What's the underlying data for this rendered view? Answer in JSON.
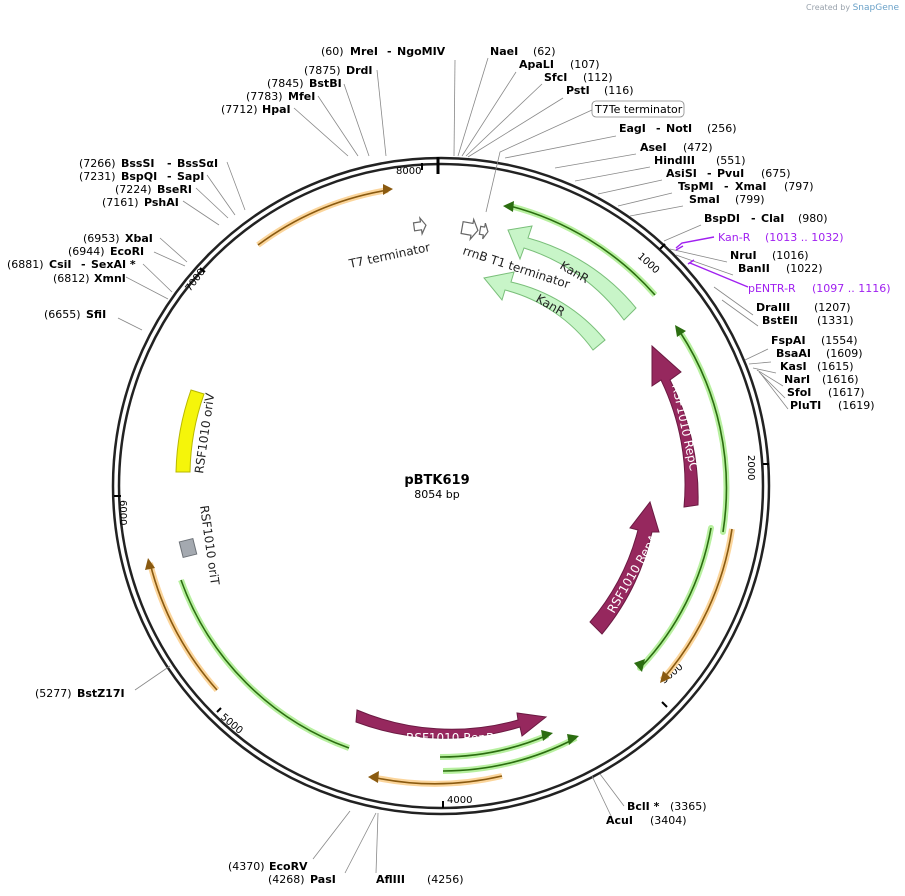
{
  "credit": {
    "prefix": "Created by",
    "brand": "SnapGene"
  },
  "plasmid": {
    "name": "pBTK619",
    "size": "8054 bp"
  },
  "ticks": [
    "1000",
    "2000",
    "3000",
    "4000",
    "5000",
    "6000",
    "7000",
    "8000"
  ],
  "sites": [
    {
      "pos": "(60)",
      "name": "MreI",
      "name2": "NgoMIV"
    },
    {
      "pos": "(62)",
      "name": "NaeI"
    },
    {
      "pos": "(107)",
      "name": "ApaLI"
    },
    {
      "pos": "(112)",
      "name": "SfcI"
    },
    {
      "pos": "(116)",
      "name": "PstI"
    },
    {
      "pos": "(256)",
      "name": "EagI",
      "name2": "NotI"
    },
    {
      "pos": "(472)",
      "name": "AseI"
    },
    {
      "pos": "(551)",
      "name": "HindIII"
    },
    {
      "pos": "(675)",
      "name": "AsiSI",
      "name2": "PvuI"
    },
    {
      "pos": "(797)",
      "name": "TspMI",
      "name2": "XmaI"
    },
    {
      "pos": "(799)",
      "name": "SmaI"
    },
    {
      "pos": "(980)",
      "name": "BspDI",
      "name2": "ClaI"
    },
    {
      "pos": "(1016)",
      "name": "NruI"
    },
    {
      "pos": "(1022)",
      "name": "BanII"
    },
    {
      "pos": "(1207)",
      "name": "DraIII"
    },
    {
      "pos": "(1331)",
      "name": "BstEII"
    },
    {
      "pos": "(1554)",
      "name": "FspAI"
    },
    {
      "pos": "(1609)",
      "name": "BsaAI"
    },
    {
      "pos": "(1615)",
      "name": "KasI"
    },
    {
      "pos": "(1616)",
      "name": "NarI"
    },
    {
      "pos": "(1617)",
      "name": "SfoI"
    },
    {
      "pos": "(1619)",
      "name": "PluTI"
    },
    {
      "pos": "(3365)",
      "name": "BclI *"
    },
    {
      "pos": "(3404)",
      "name": "AcuI"
    },
    {
      "pos": "(4256)",
      "name": "AflIII"
    },
    {
      "pos": "(4268)",
      "name": "PasI"
    },
    {
      "pos": "(4370)",
      "name": "EcoRV"
    },
    {
      "pos": "(5277)",
      "name": "BstZ17I"
    },
    {
      "pos": "(6655)",
      "name": "SfiI"
    },
    {
      "pos": "(6812)",
      "name": "XmnI"
    },
    {
      "pos": "(6881)",
      "name": "CsiI",
      "name2": "SexAI *"
    },
    {
      "pos": "(6944)",
      "name": "EcoRI"
    },
    {
      "pos": "(6953)",
      "name": "XbaI"
    },
    {
      "pos": "(7161)",
      "name": "PshAI"
    },
    {
      "pos": "(7224)",
      "name": "BseRI"
    },
    {
      "pos": "(7231)",
      "name": "BspQI",
      "name2": "SapI"
    },
    {
      "pos": "(7266)",
      "name": "BssSI",
      "name2": "BssSαI"
    },
    {
      "pos": "(7712)",
      "name": "HpaI"
    },
    {
      "pos": "(7783)",
      "name": "MfeI"
    },
    {
      "pos": "(7845)",
      "name": "BstBI"
    },
    {
      "pos": "(7875)",
      "name": "DrdI"
    }
  ],
  "primers": [
    {
      "name": "Kan-R",
      "range": "(1013 .. 1032)"
    },
    {
      "name": "pENTR-R",
      "range": "(1097 .. 1116)"
    }
  ],
  "boxed": {
    "name": "T7Te terminator"
  },
  "features": {
    "kanr1": "KanR",
    "kanr2": "KanR",
    "t7": "T7 terminator",
    "rrnb": "rrnB T1 terminator",
    "repc": "RSF1010 RepC",
    "repa": "RSF1010 RepA",
    "repb": "RSF1010 RepB",
    "oriv": "RSF1010 oriV",
    "orit": "RSF1010 oriT"
  },
  "colors": {
    "kanr": "#c8f5c8",
    "rep": "#96285e",
    "orf_green": "#54c21f",
    "orf_orange": "#f0a436",
    "oriv": "#f5f50a",
    "orit": "#a4a9b0",
    "primer": "#a020f0",
    "backbone": "#222222"
  }
}
